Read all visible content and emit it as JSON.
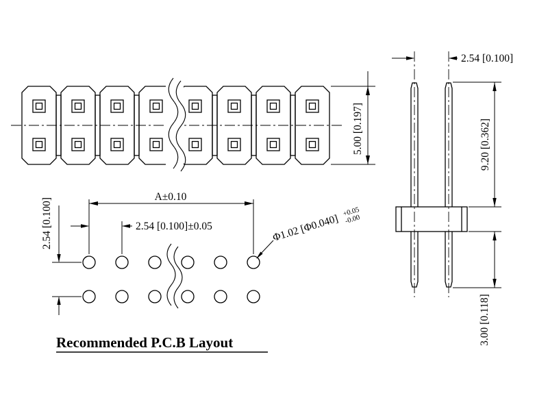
{
  "drawing": {
    "title": "Recommended P.C.B Layout",
    "top_view": {
      "height_dim": "5.00 [0.197]"
    },
    "pcb_layout": {
      "overall_span_dim": "A±0.10",
      "pitch_dim": "2.54 [0.100]±0.05",
      "row_pitch_dim": "2.54 [0.100]",
      "hole_dia_dim": "Φ1.02 [Φ0.040]",
      "hole_dia_tol_upper": "+0.05",
      "hole_dia_tol_lower": "-0.00"
    },
    "side_view": {
      "pin_pitch_dim": "2.54 [0.100]",
      "upper_length_dim": "9.20 [0.362]",
      "lower_length_dim": "3.00 [0.118]"
    },
    "colors": {
      "line": "#000000",
      "background": "#ffffff"
    }
  }
}
